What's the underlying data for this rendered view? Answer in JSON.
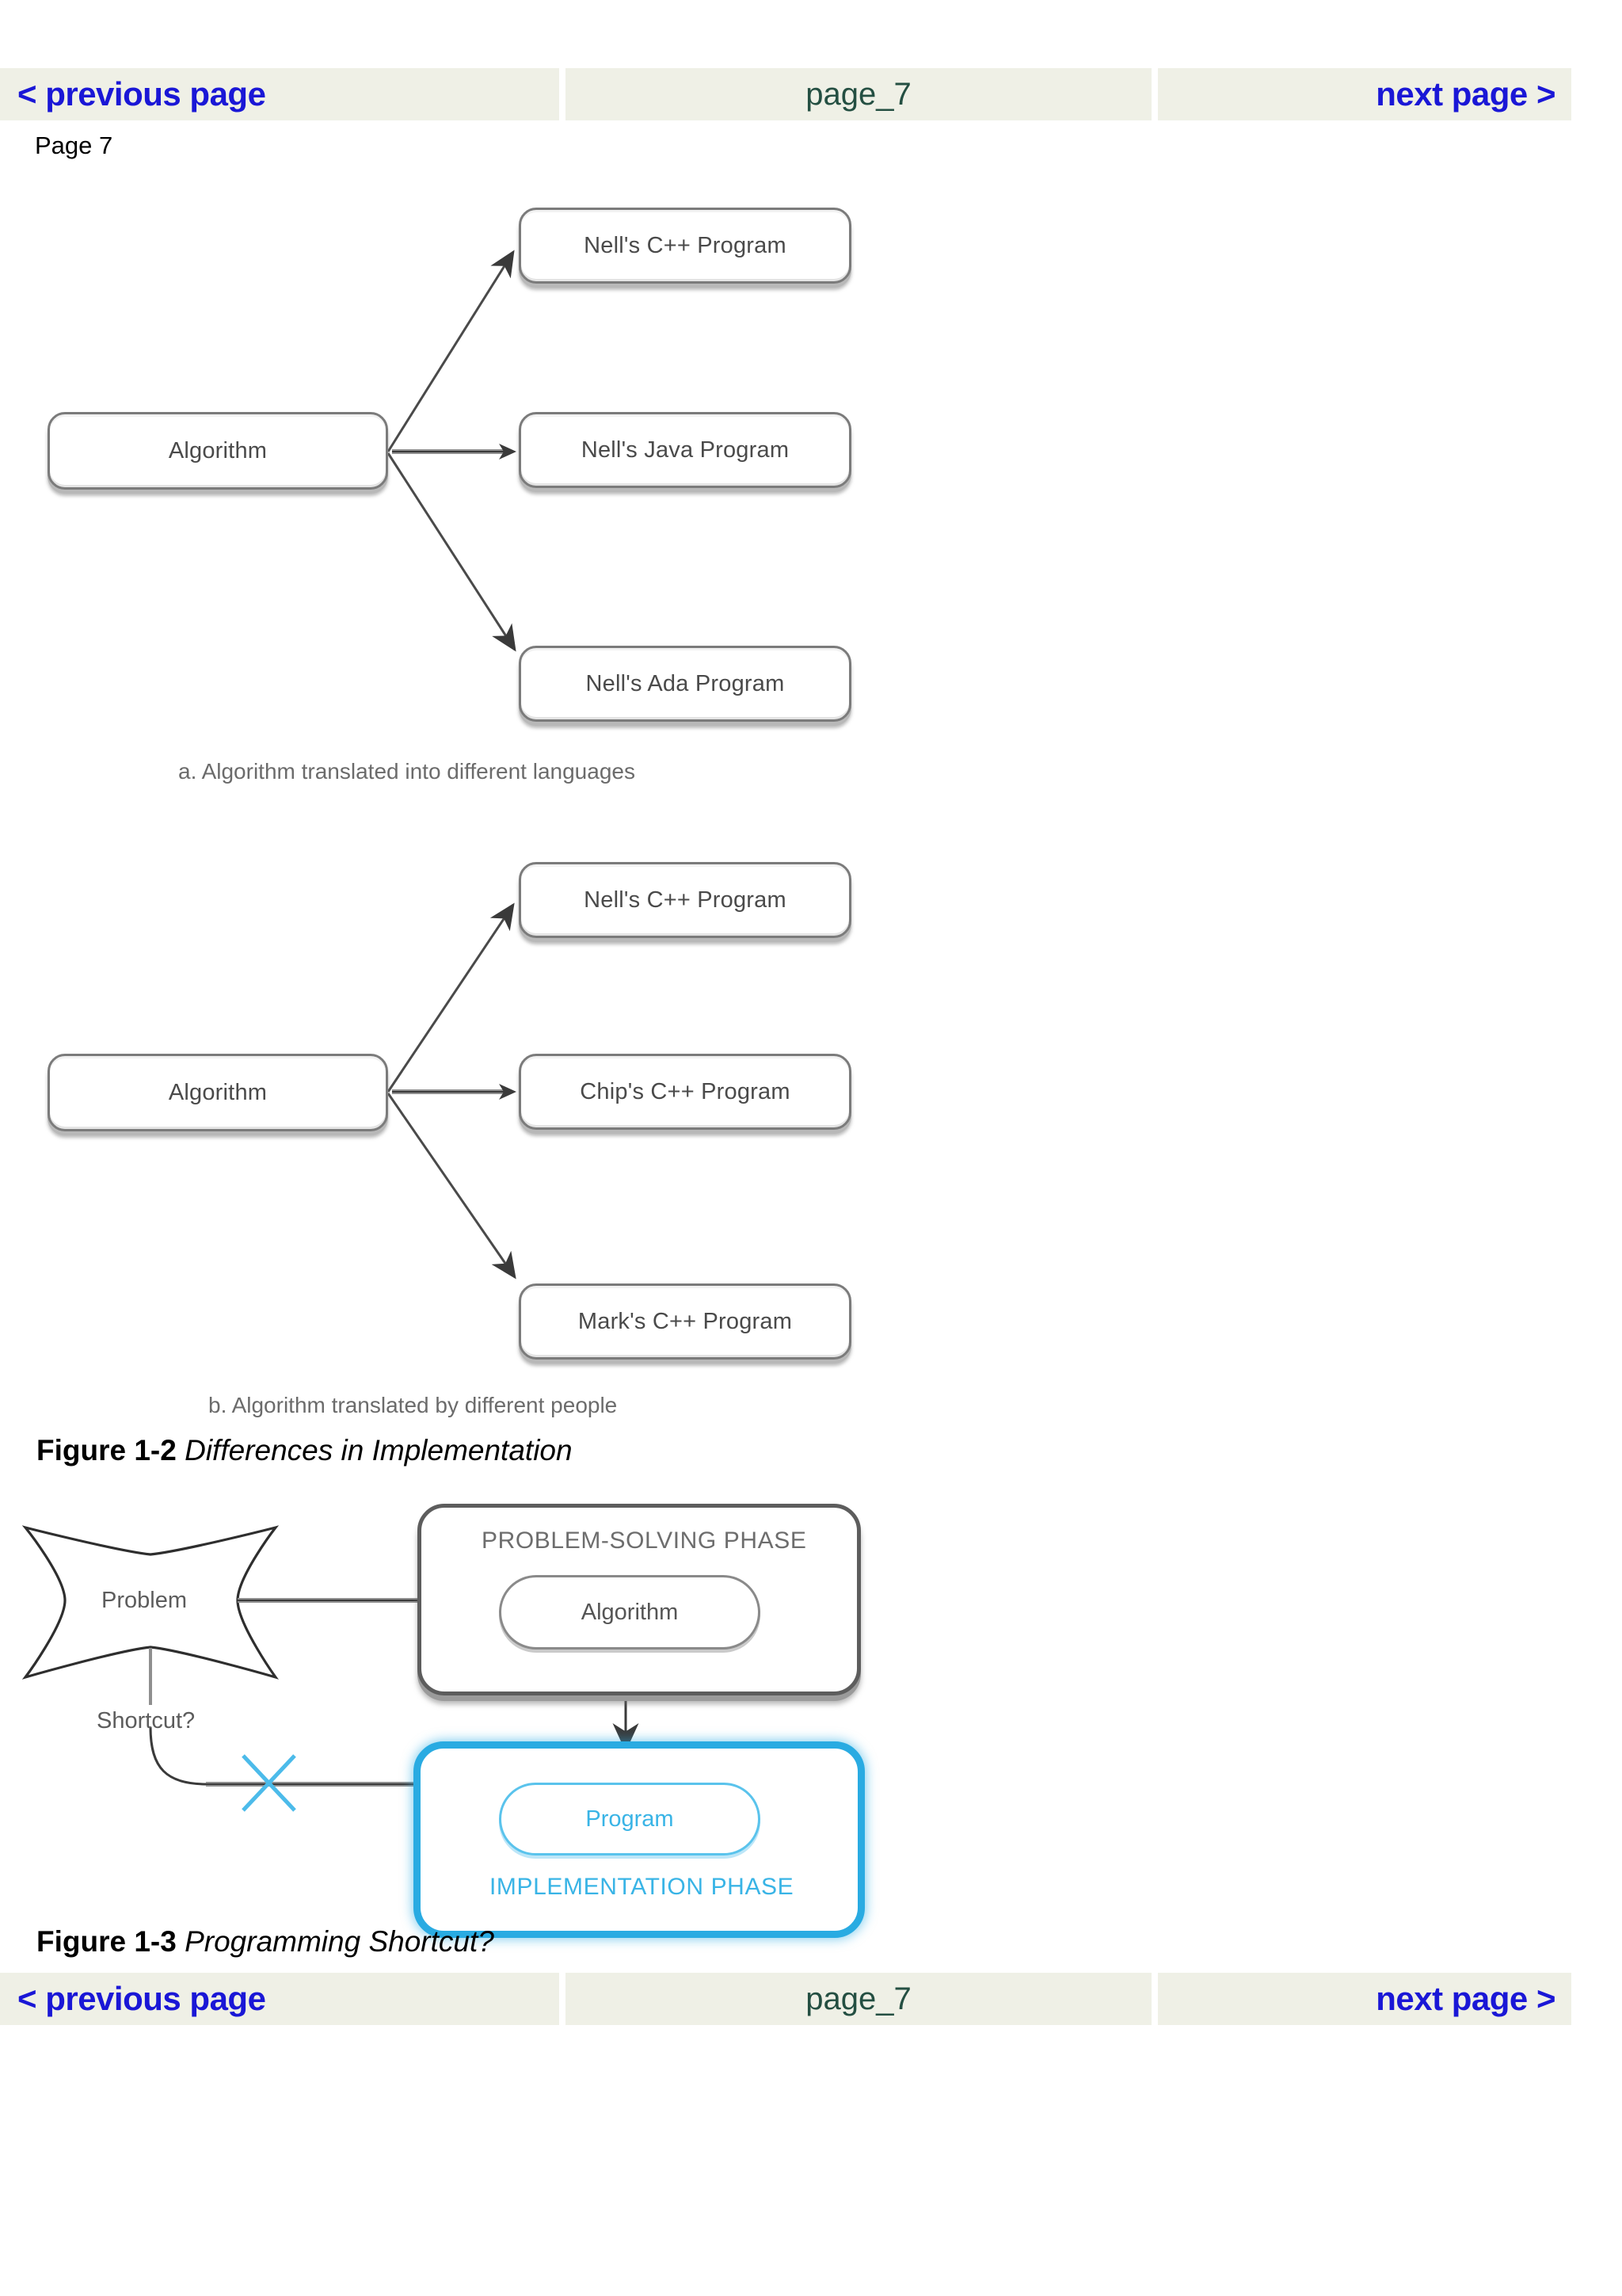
{
  "nav": {
    "previous_label": "< previous page",
    "page_label": "page_7",
    "next_label": "next page >"
  },
  "page_label": "Page 7",
  "figures": [
    {
      "id": "figure-1-2",
      "number": "Figure 1-2",
      "title": "Differences in Implementation",
      "parts": [
        {
          "id": "part-a",
          "caption": "a. Algorithm translated into different languages",
          "source": "Algorithm",
          "targets": [
            "Nell's C++ Program",
            "Nell's Java Program",
            "Nell's Ada Program"
          ]
        },
        {
          "id": "part-b",
          "caption": "b. Algorithm translated by different people",
          "source": "Algorithm",
          "targets": [
            "Nell's C++ Program",
            "Chip's C++ Program",
            "Mark's C++ Program"
          ]
        }
      ]
    },
    {
      "id": "figure-1-3",
      "number": "Figure 1-3",
      "title": "Programming Shortcut?",
      "nodes": {
        "problem": "Problem",
        "shortcut": "Shortcut?",
        "problem_solving_phase": "PROBLEM-SOLVING PHASE",
        "algorithm": "Algorithm",
        "implementation_phase": "IMPLEMENTATION PHASE",
        "program": "Program"
      }
    }
  ],
  "colors": {
    "nav_background": "#eff0e6",
    "nav_link": "#1a17d6",
    "nav_page_text": "#244f42",
    "cyan_accent": "#29abe2",
    "box_border": "#7b7b7b",
    "box_text": "#4a4a4a"
  }
}
